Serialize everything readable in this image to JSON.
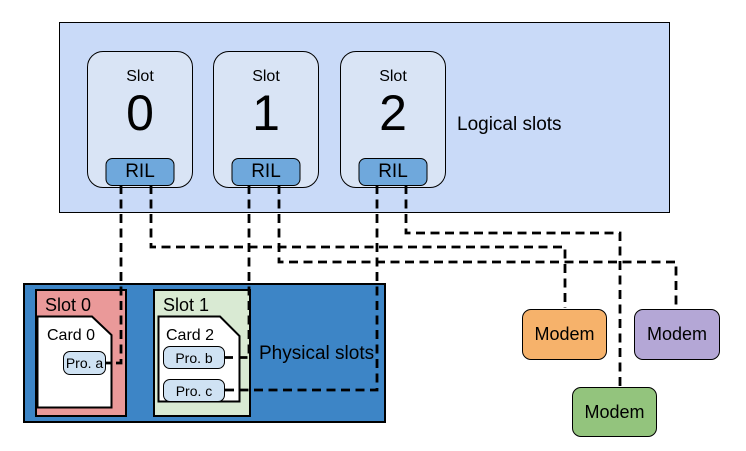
{
  "logical_section": {
    "label": "Logical slots",
    "container_fill": "#c9daf8",
    "slot_fill": "#d9e4f5",
    "ril_fill": "#6fa8dc",
    "slots": [
      {
        "title": "Slot",
        "number": "0",
        "ril_label": "RIL"
      },
      {
        "title": "Slot",
        "number": "1",
        "ril_label": "RIL"
      },
      {
        "title": "Slot",
        "number": "2",
        "ril_label": "RIL"
      }
    ]
  },
  "physical_section": {
    "label": "Physical slots",
    "container_fill": "#3d85c6",
    "profile_fill": "#cfe2f3",
    "slots": [
      {
        "title": "Slot 0",
        "fill": "#ea9999",
        "card_title": "Card 0",
        "profiles": [
          "Pro. a"
        ]
      },
      {
        "title": "Slot 1",
        "fill": "#d9ead3",
        "card_title": "Card 2",
        "profiles": [
          "Pro. b",
          "Pro. c"
        ]
      }
    ]
  },
  "modems": [
    {
      "label": "Modem",
      "fill": "#f6b26b"
    },
    {
      "label": "Modem",
      "fill": "#b4a7d6"
    },
    {
      "label": "Modem",
      "fill": "#93c47d"
    }
  ],
  "connectors": {
    "color": "#000000",
    "style": "dashed",
    "links": [
      {
        "from": "logical-slot-0-ril",
        "to": "pro-a"
      },
      {
        "from": "logical-slot-0-ril",
        "to": "modem-1"
      },
      {
        "from": "logical-slot-1-ril",
        "to": "pro-b"
      },
      {
        "from": "logical-slot-1-ril",
        "to": "modem-2"
      },
      {
        "from": "logical-slot-2-ril",
        "to": "pro-c"
      },
      {
        "from": "logical-slot-2-ril",
        "to": "modem-3"
      }
    ]
  }
}
